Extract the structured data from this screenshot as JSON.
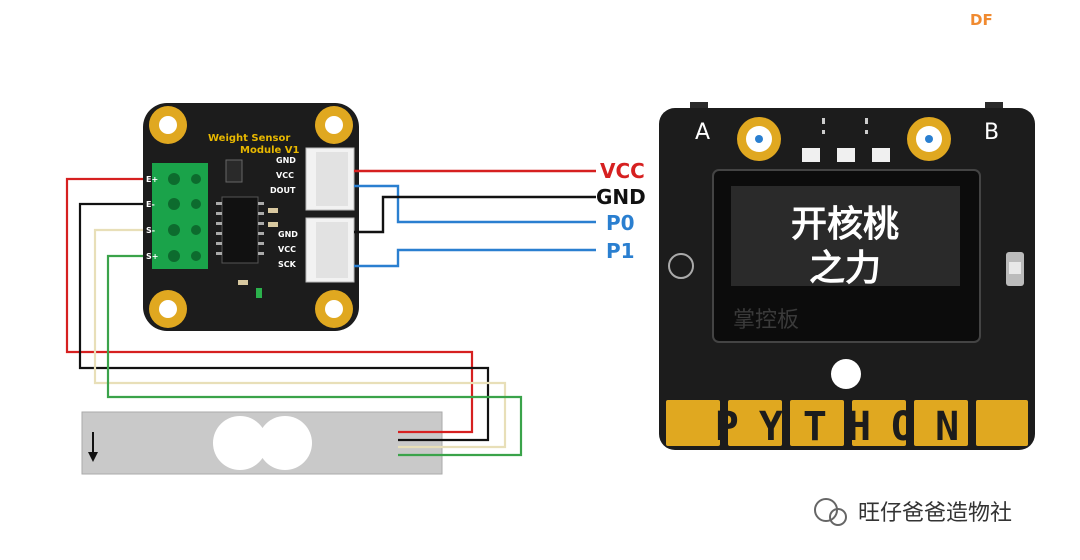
{
  "corner_mark": "DF",
  "sensor_module": {
    "title_line1": "Weight Sensor",
    "title_line2": "Module V1",
    "upper_pins": [
      "GND",
      "VCC",
      "DOUT"
    ],
    "lower_pins": [
      "GND",
      "VCC",
      "SCK"
    ],
    "terminals": [
      "E+",
      "E-",
      "S-",
      "S+"
    ]
  },
  "signals": [
    "VCC",
    "GND",
    "P0",
    "P1"
  ],
  "board": {
    "button_a": "A",
    "button_b": "B",
    "oled_line1": "开核桃",
    "oled_line2": "之力",
    "oled_logo": "掌控板",
    "bottom_text": "PYTHON"
  },
  "watermark": "旺仔爸爸造物社",
  "colors": {
    "vcc": "#d62020",
    "gnd": "#111111",
    "signal": "#2a7fd0",
    "pcb": "#1c1c1c",
    "gold": "#e0a820",
    "terminal": "#1aa34a",
    "load_cell": "#c8c8c8",
    "wire_white": "#e8dfb8",
    "wire_green": "#3aa34a"
  }
}
